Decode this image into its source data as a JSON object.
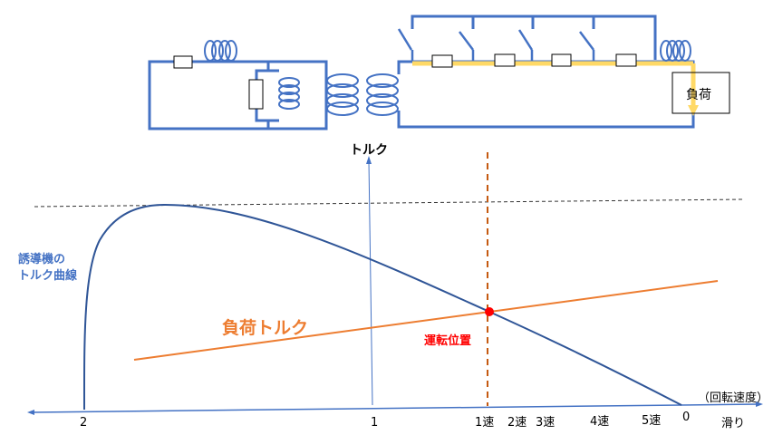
{
  "circuit": {
    "load_label": "負荷"
  },
  "axes": {
    "y_label": "トルク",
    "x_label_top": "（回転速度）",
    "x_label_bottom": "滑り",
    "ticks": [
      "2",
      "1",
      "1速",
      "2速",
      "3速",
      "4速",
      "5速",
      "0"
    ]
  },
  "labels": {
    "motor_curve_line1": "誘導機の",
    "motor_curve_line2": "トルク曲線",
    "load_torque": "負荷トルク",
    "operating_point": "運転位置"
  },
  "colors": {
    "wire": "#4472c4",
    "load": "#ed7d31",
    "point": "#ff0000",
    "highlight": "#ffd966",
    "dashed": "#c55a11"
  }
}
